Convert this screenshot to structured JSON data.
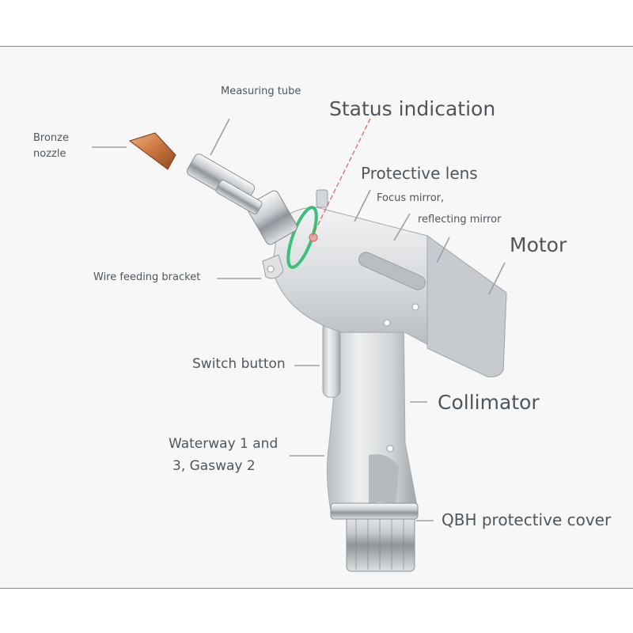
{
  "labels": {
    "measuring_tube": "Measuring tube",
    "status_indication": "Status indication",
    "bronze_nozzle_line1": "Bronze",
    "bronze_nozzle_line2": "nozzle",
    "protective_lens": "Protective lens",
    "focus_mirror_line1": "Focus mirror,",
    "focus_mirror_line2": "reflecting mirror",
    "motor": "Motor",
    "wire_feeding_bracket": "Wire feeding bracket",
    "switch_button": "Switch button",
    "collimator": "Collimator",
    "waterway_line1": "Waterway 1 and",
    "waterway_line2": "3, Gasway 2",
    "qbh_cover": "QBH protective cover"
  },
  "colors": {
    "label_text": "#4e565c",
    "leader_line": "#9aa0a4",
    "body_metal": "#d9dcdf",
    "nozzle_bronze": "#c9753f",
    "status_ring": "#3dbf7a",
    "laser_line": "#e05a5a"
  },
  "icons": [
    "laser-welding-gun-icon"
  ]
}
